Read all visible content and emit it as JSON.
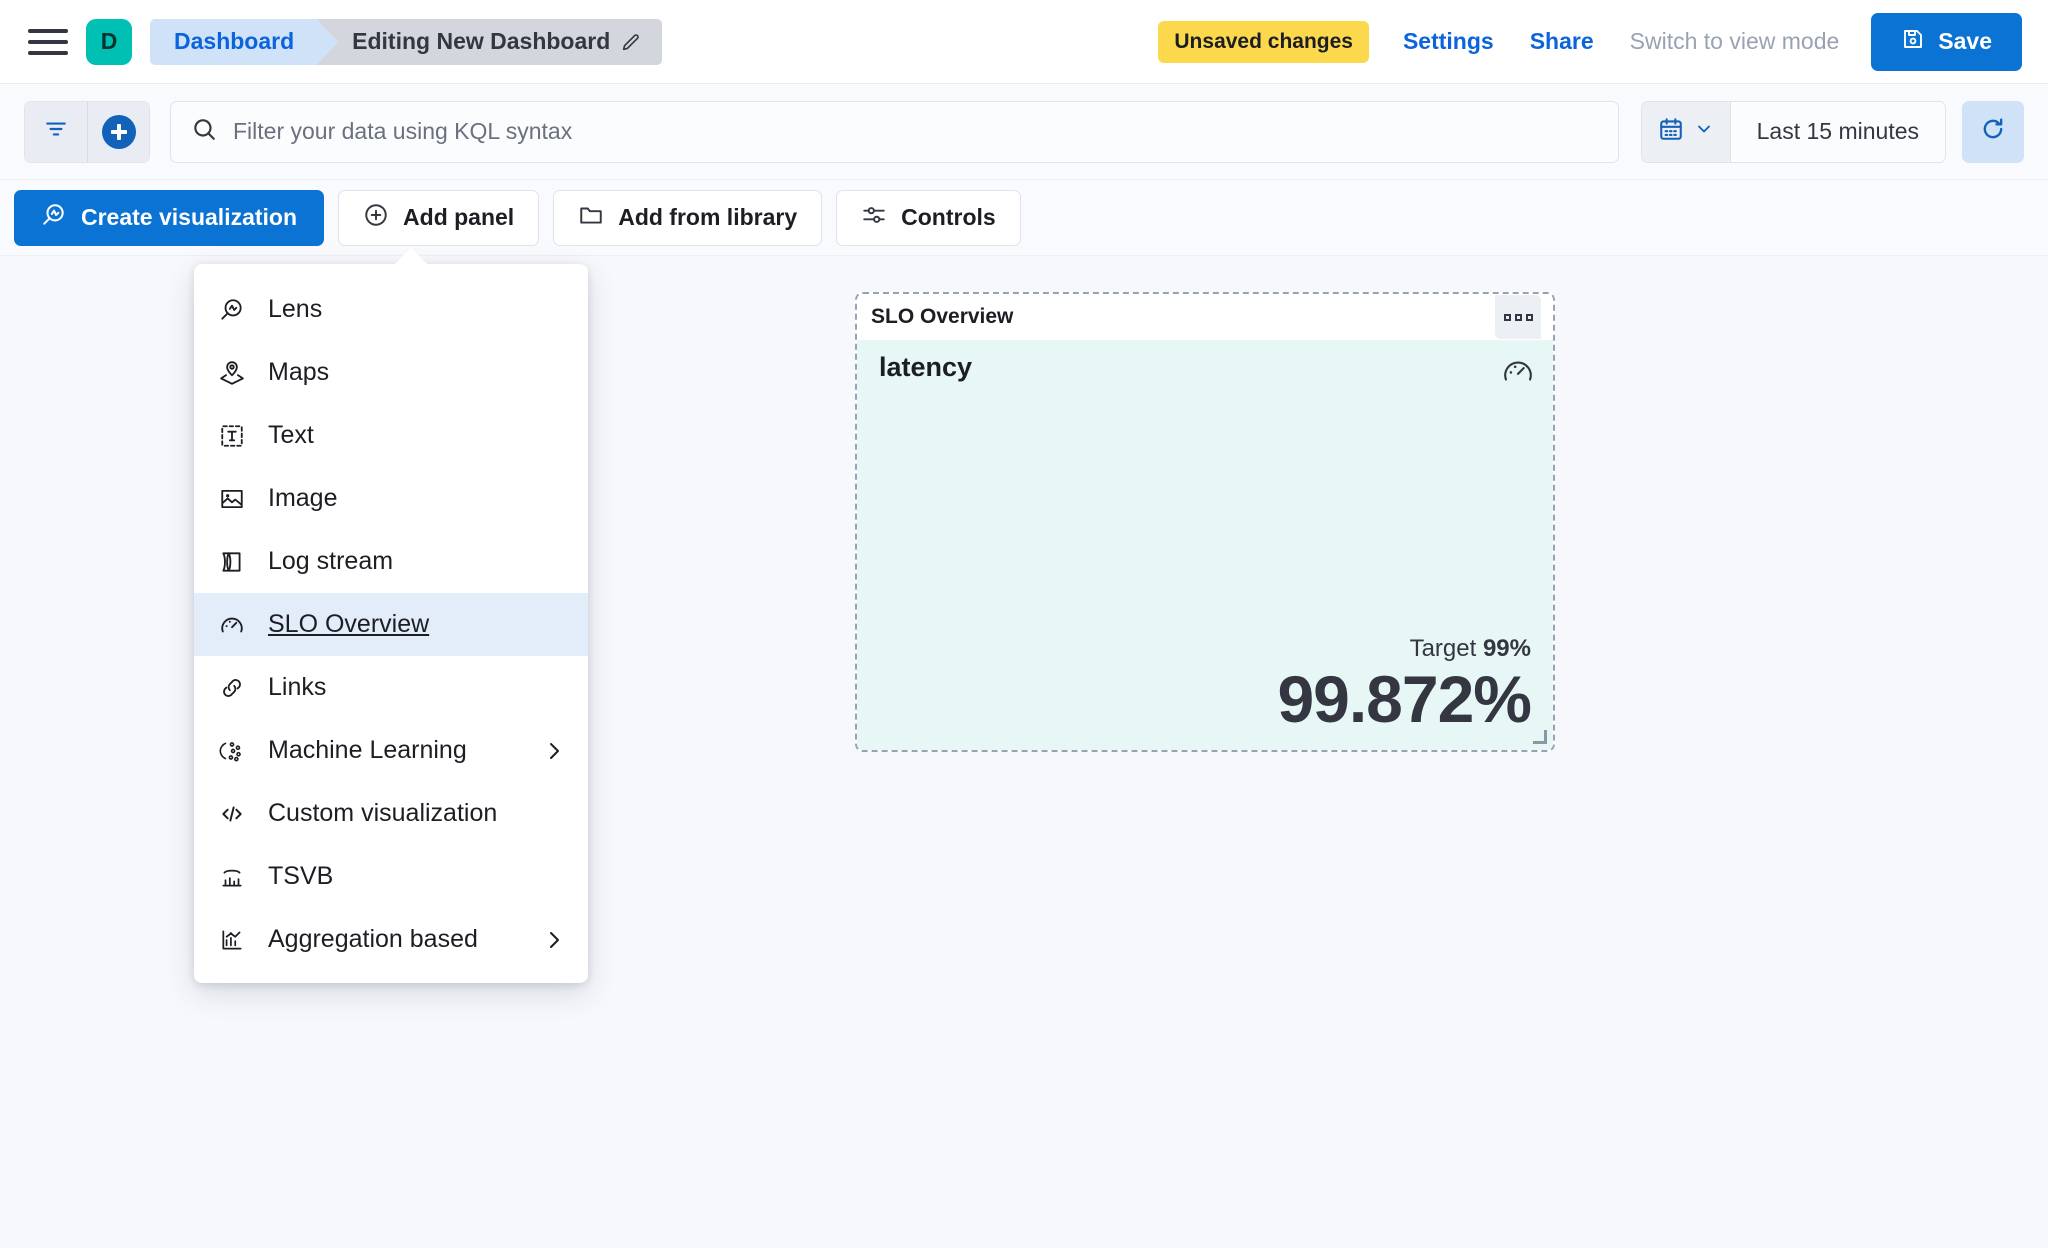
{
  "header": {
    "menu_icon": "hamburger-icon",
    "space_avatar": "D",
    "breadcrumbs": [
      {
        "label": "Dashboard"
      },
      {
        "label": "Editing New Dashboard",
        "edit_icon": "pencil-icon"
      }
    ],
    "unsaved_badge": "Unsaved changes",
    "settings_link": "Settings",
    "share_link": "Share",
    "view_mode_link": "Switch to view mode",
    "save_label": "Save",
    "save_icon": "save-disk-icon"
  },
  "querybar": {
    "filter_icon": "filter-icon",
    "add_filter_icon": "plus-circle-icon",
    "search_icon": "search-icon",
    "placeholder": "Filter your data using KQL syntax",
    "value": "",
    "calendar_icon": "calendar-icon",
    "chevron_icon": "chevron-down-icon",
    "time_range": "Last 15 minutes",
    "refresh_icon": "refresh-icon"
  },
  "toolbar": {
    "create_visualization": "Create visualization",
    "add_panel": "Add panel",
    "add_from_library": "Add from library",
    "controls": "Controls"
  },
  "add_panel_menu": {
    "items": [
      {
        "label": "Lens",
        "icon": "lens-icon",
        "selected": false,
        "submenu": false
      },
      {
        "label": "Maps",
        "icon": "maps-icon",
        "selected": false,
        "submenu": false
      },
      {
        "label": "Text",
        "icon": "text-icon",
        "selected": false,
        "submenu": false
      },
      {
        "label": "Image",
        "icon": "image-icon",
        "selected": false,
        "submenu": false
      },
      {
        "label": "Log stream",
        "icon": "log-stream-icon",
        "selected": false,
        "submenu": false
      },
      {
        "label": "SLO Overview",
        "icon": "gauge-icon",
        "selected": true,
        "submenu": false
      },
      {
        "label": "Links",
        "icon": "link-icon",
        "selected": false,
        "submenu": false
      },
      {
        "label": "Machine Learning",
        "icon": "machine-learning-icon",
        "selected": false,
        "submenu": true
      },
      {
        "label": "Custom visualization",
        "icon": "code-icon",
        "selected": false,
        "submenu": false
      },
      {
        "label": "TSVB",
        "icon": "tsvb-icon",
        "selected": false,
        "submenu": false
      },
      {
        "label": "Aggregation based",
        "icon": "aggregation-icon",
        "selected": false,
        "submenu": true
      }
    ]
  },
  "slo_panel": {
    "title": "SLO Overview",
    "context_menu_icon": "panel-options-icon",
    "slo_name": "latency",
    "gauge_icon": "gauge-icon",
    "target_label": "Target",
    "target_value": "99%",
    "sli_value": "99.872%"
  },
  "colors": {
    "accent_blue": "#0b73d4",
    "link_blue": "#0b64dd",
    "warning_yellow": "#fcd94c",
    "space_teal": "#00bfb3",
    "panel_body": "#e6f7f5",
    "menu_selected": "#e3edf9",
    "page_bg": "#f7f8fc"
  }
}
